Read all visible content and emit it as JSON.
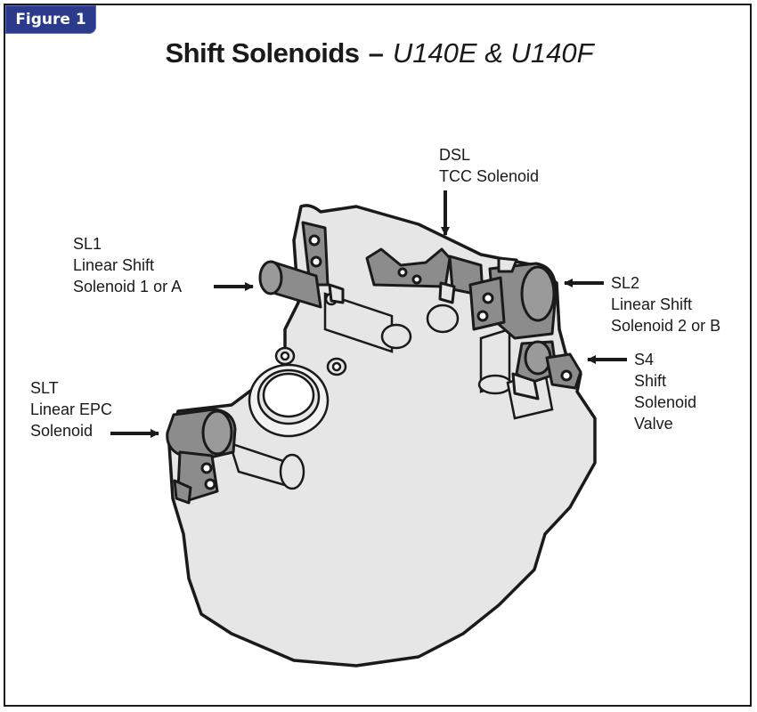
{
  "figure_tab": "Figure 1",
  "title": {
    "main": "Shift Solenoids",
    "dash": "–",
    "models": "U140E & U140F"
  },
  "labels": {
    "dsl": [
      "DSL",
      "TCC Solenoid"
    ],
    "sl1": [
      "SL1",
      "Linear Shift",
      "Solenoid 1 or A"
    ],
    "sl2": [
      "SL2",
      "Linear Shift",
      "Solenoid 2 or B"
    ],
    "s4": [
      "S4",
      "Shift",
      "Solenoid",
      "Valve"
    ],
    "slt": [
      "SLT",
      "Linear EPC",
      "Solenoid"
    ]
  },
  "colors": {
    "body_fill": "#e6e6e6",
    "solenoid_fill": "#8c8c8c",
    "outline": "#1a1a1a",
    "tab_bg": "#2b3a8a"
  }
}
